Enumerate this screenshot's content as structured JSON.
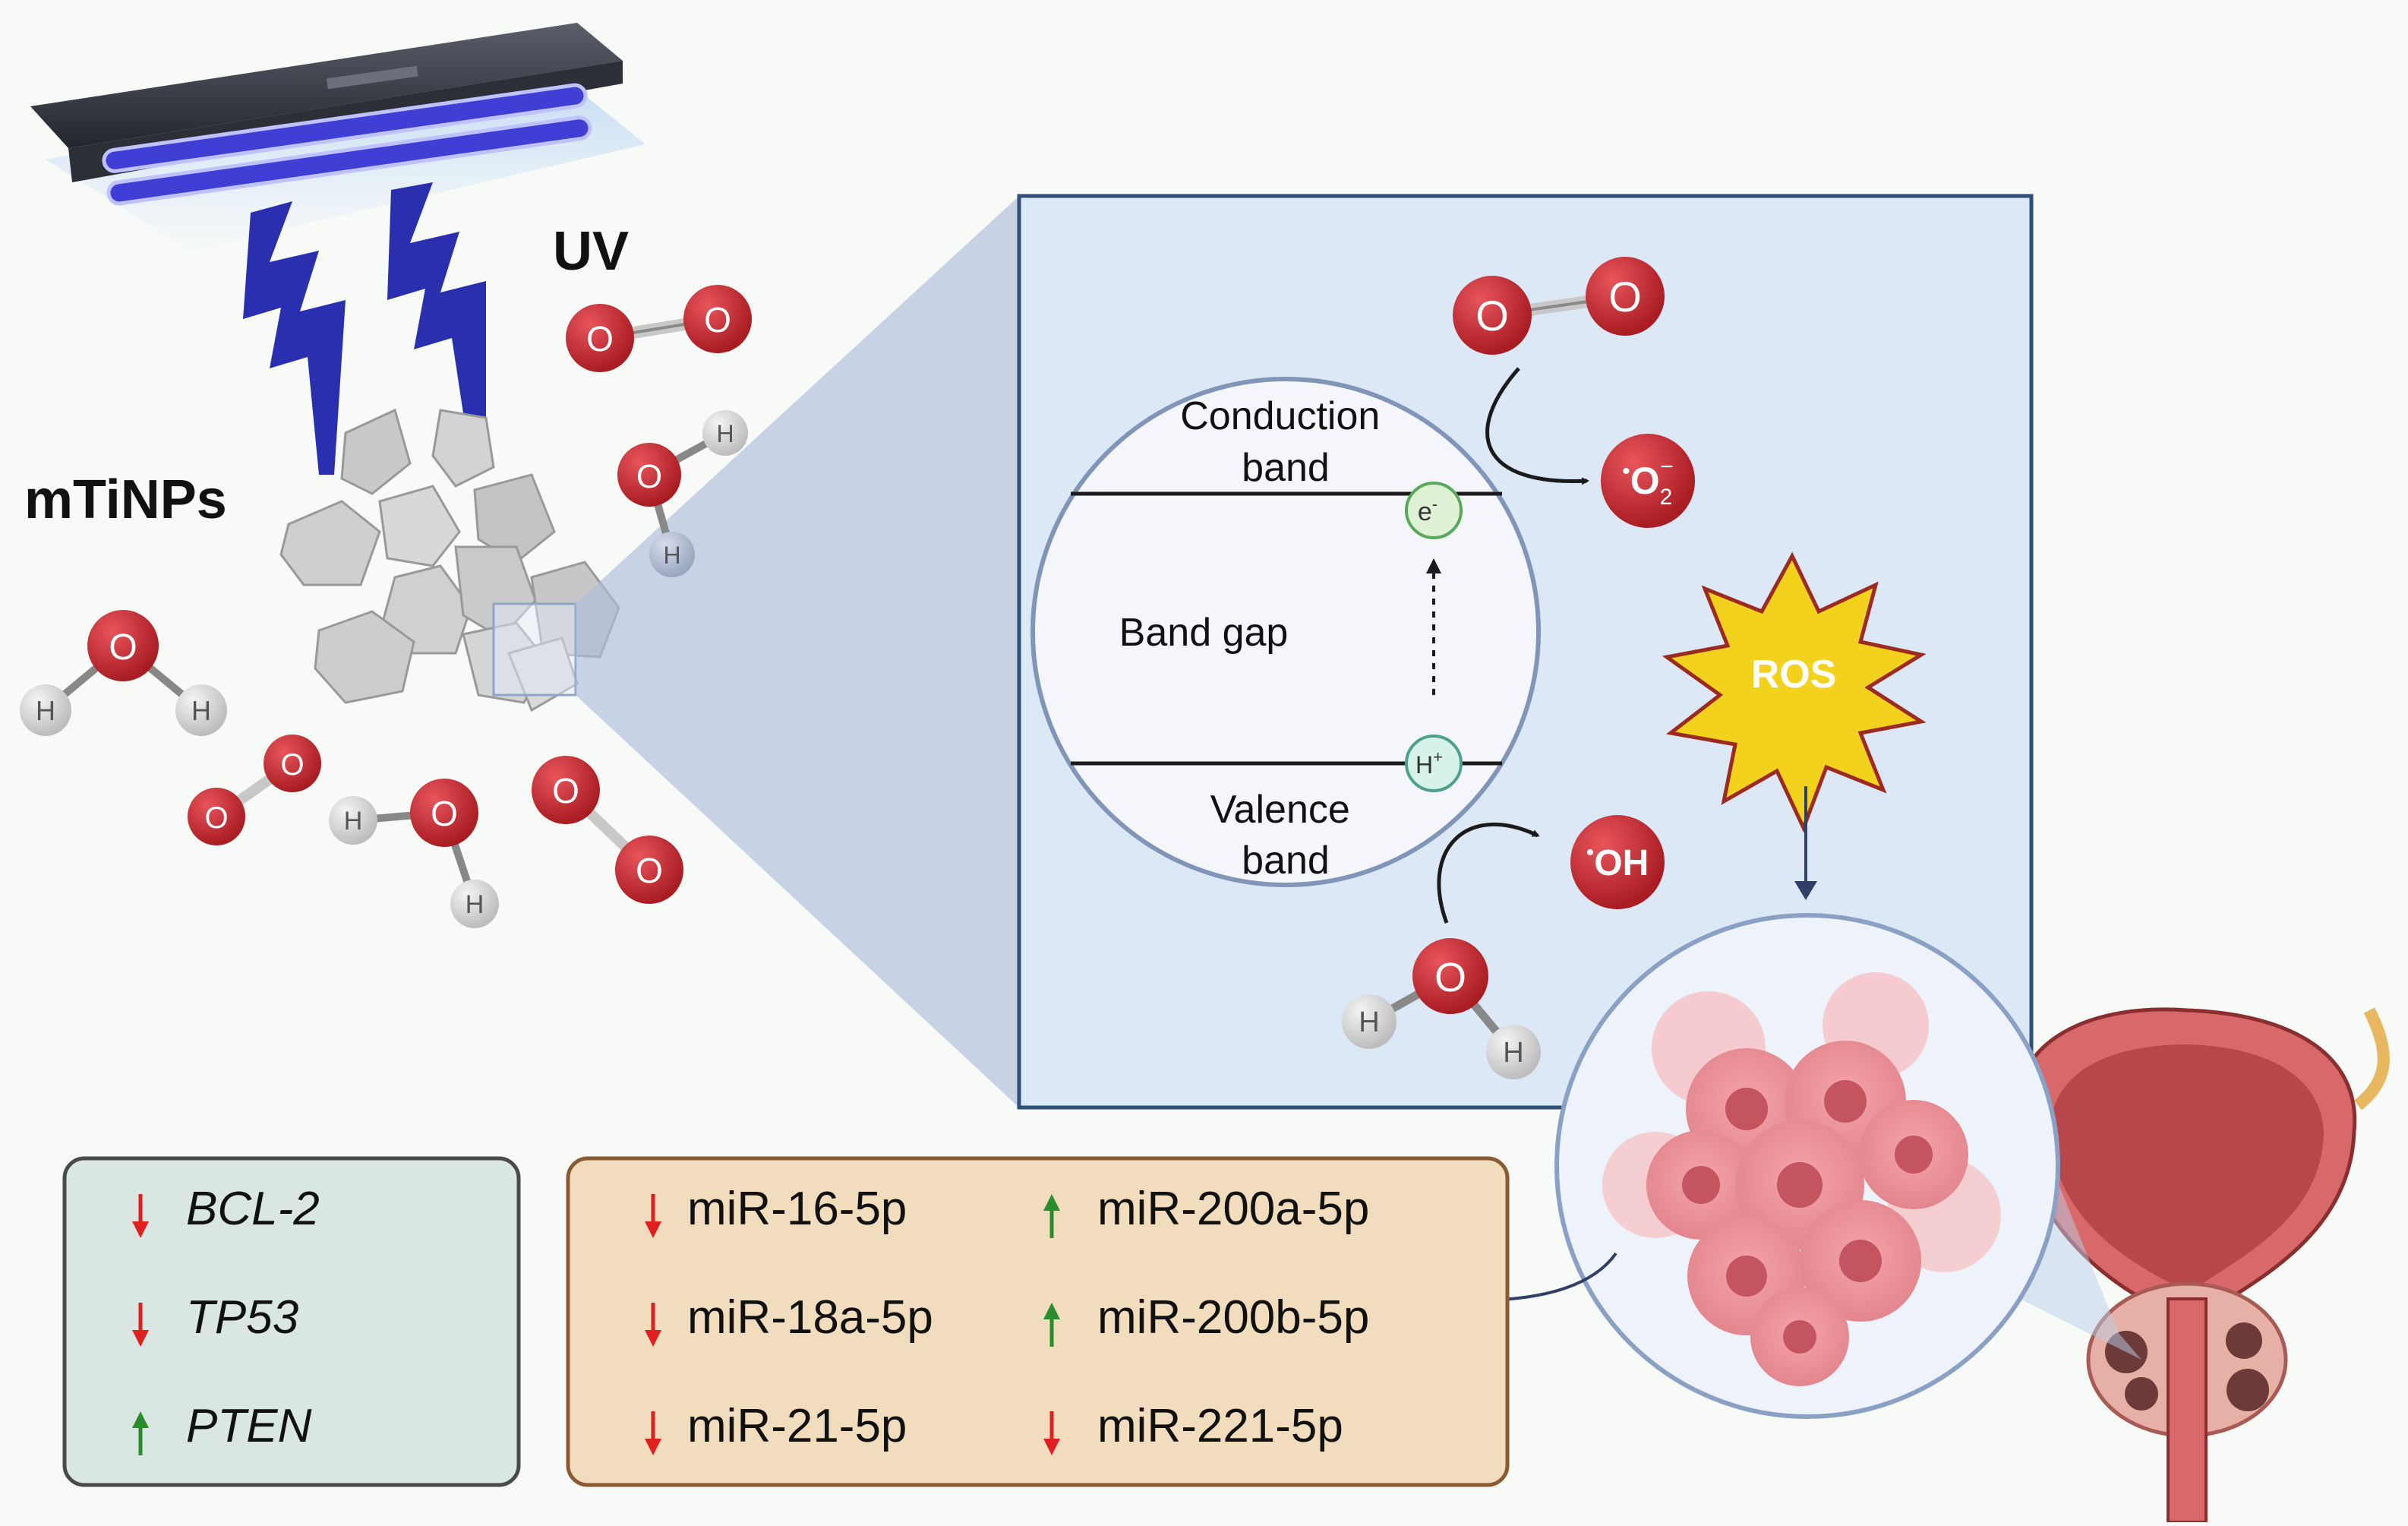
{
  "labels": {
    "uv": "UV",
    "mtinps": "mTiNPs",
    "conduction_band": [
      "Conduction",
      "band"
    ],
    "valence_band": [
      "Valence",
      "band"
    ],
    "band_gap": "Band gap",
    "electron": "e",
    "electron_sup": "-",
    "hole": "H",
    "hole_sup": "+",
    "superoxide_base": "O",
    "superoxide_sub": "2",
    "superoxide_sup": "−",
    "hydroxyl": "OH",
    "radical_dot": "•",
    "ros": "ROS",
    "oxygen_atom": "O",
    "hydrogen_atom": "H"
  },
  "gene_panel": {
    "items": [
      {
        "name": "BCL-2",
        "direction": "down"
      },
      {
        "name": "TP53",
        "direction": "down"
      },
      {
        "name": "PTEN",
        "direction": "up"
      }
    ]
  },
  "mirna_panel": {
    "items": [
      {
        "name": "miR-16-5p",
        "direction": "down"
      },
      {
        "name": "miR-18a-5p",
        "direction": "down"
      },
      {
        "name": "miR-21-5p",
        "direction": "down"
      },
      {
        "name": "miR-200a-5p",
        "direction": "up"
      },
      {
        "name": "miR-200b-5p",
        "direction": "up"
      },
      {
        "name": "miR-221-5p",
        "direction": "down"
      }
    ]
  },
  "colors": {
    "up_arrow": "#2a8c2a",
    "down_arrow": "#e02020",
    "oxygen": "#c0272d",
    "hydrogen": "#dcdcdc",
    "uv_bolt": "#2a2fb0",
    "zoom_panel": "#dde8f6",
    "zoom_border": "#2f4f7a",
    "gene_panel_bg": "#d9e6e2",
    "mirna_panel_bg": "#f1dcbd",
    "ros_star": "#f2d21c",
    "tumor": "#e88f95"
  }
}
